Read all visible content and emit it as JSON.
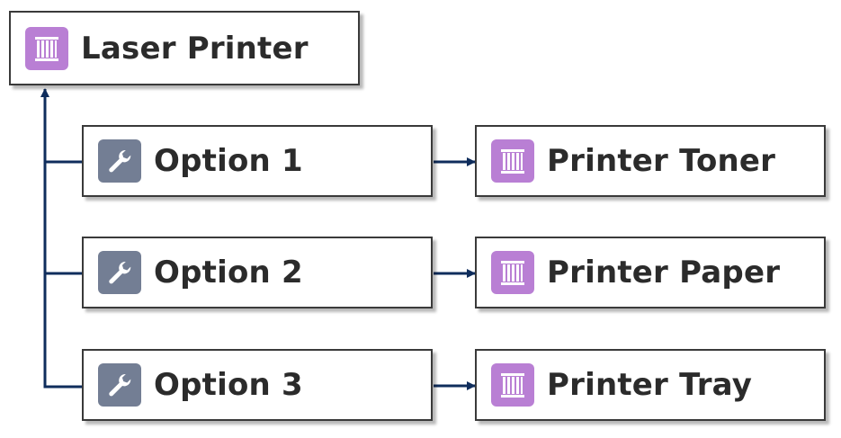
{
  "colors": {
    "connector": "#0f2d5c",
    "product_icon_bg": "#b97fd4",
    "option_icon_bg": "#737e94",
    "node_border": "#3a3a3a",
    "label_text": "#2b2b2b"
  },
  "root": {
    "label": "Laser Printer",
    "icon": "product-icon"
  },
  "options": [
    {
      "label": "Option 1",
      "icon": "wrench-icon"
    },
    {
      "label": "Option 2",
      "icon": "wrench-icon"
    },
    {
      "label": "Option 3",
      "icon": "wrench-icon"
    }
  ],
  "products": [
    {
      "label": "Printer Toner",
      "icon": "product-icon"
    },
    {
      "label": "Printer Paper",
      "icon": "product-icon"
    },
    {
      "label": "Printer Tray",
      "icon": "product-icon"
    }
  ]
}
